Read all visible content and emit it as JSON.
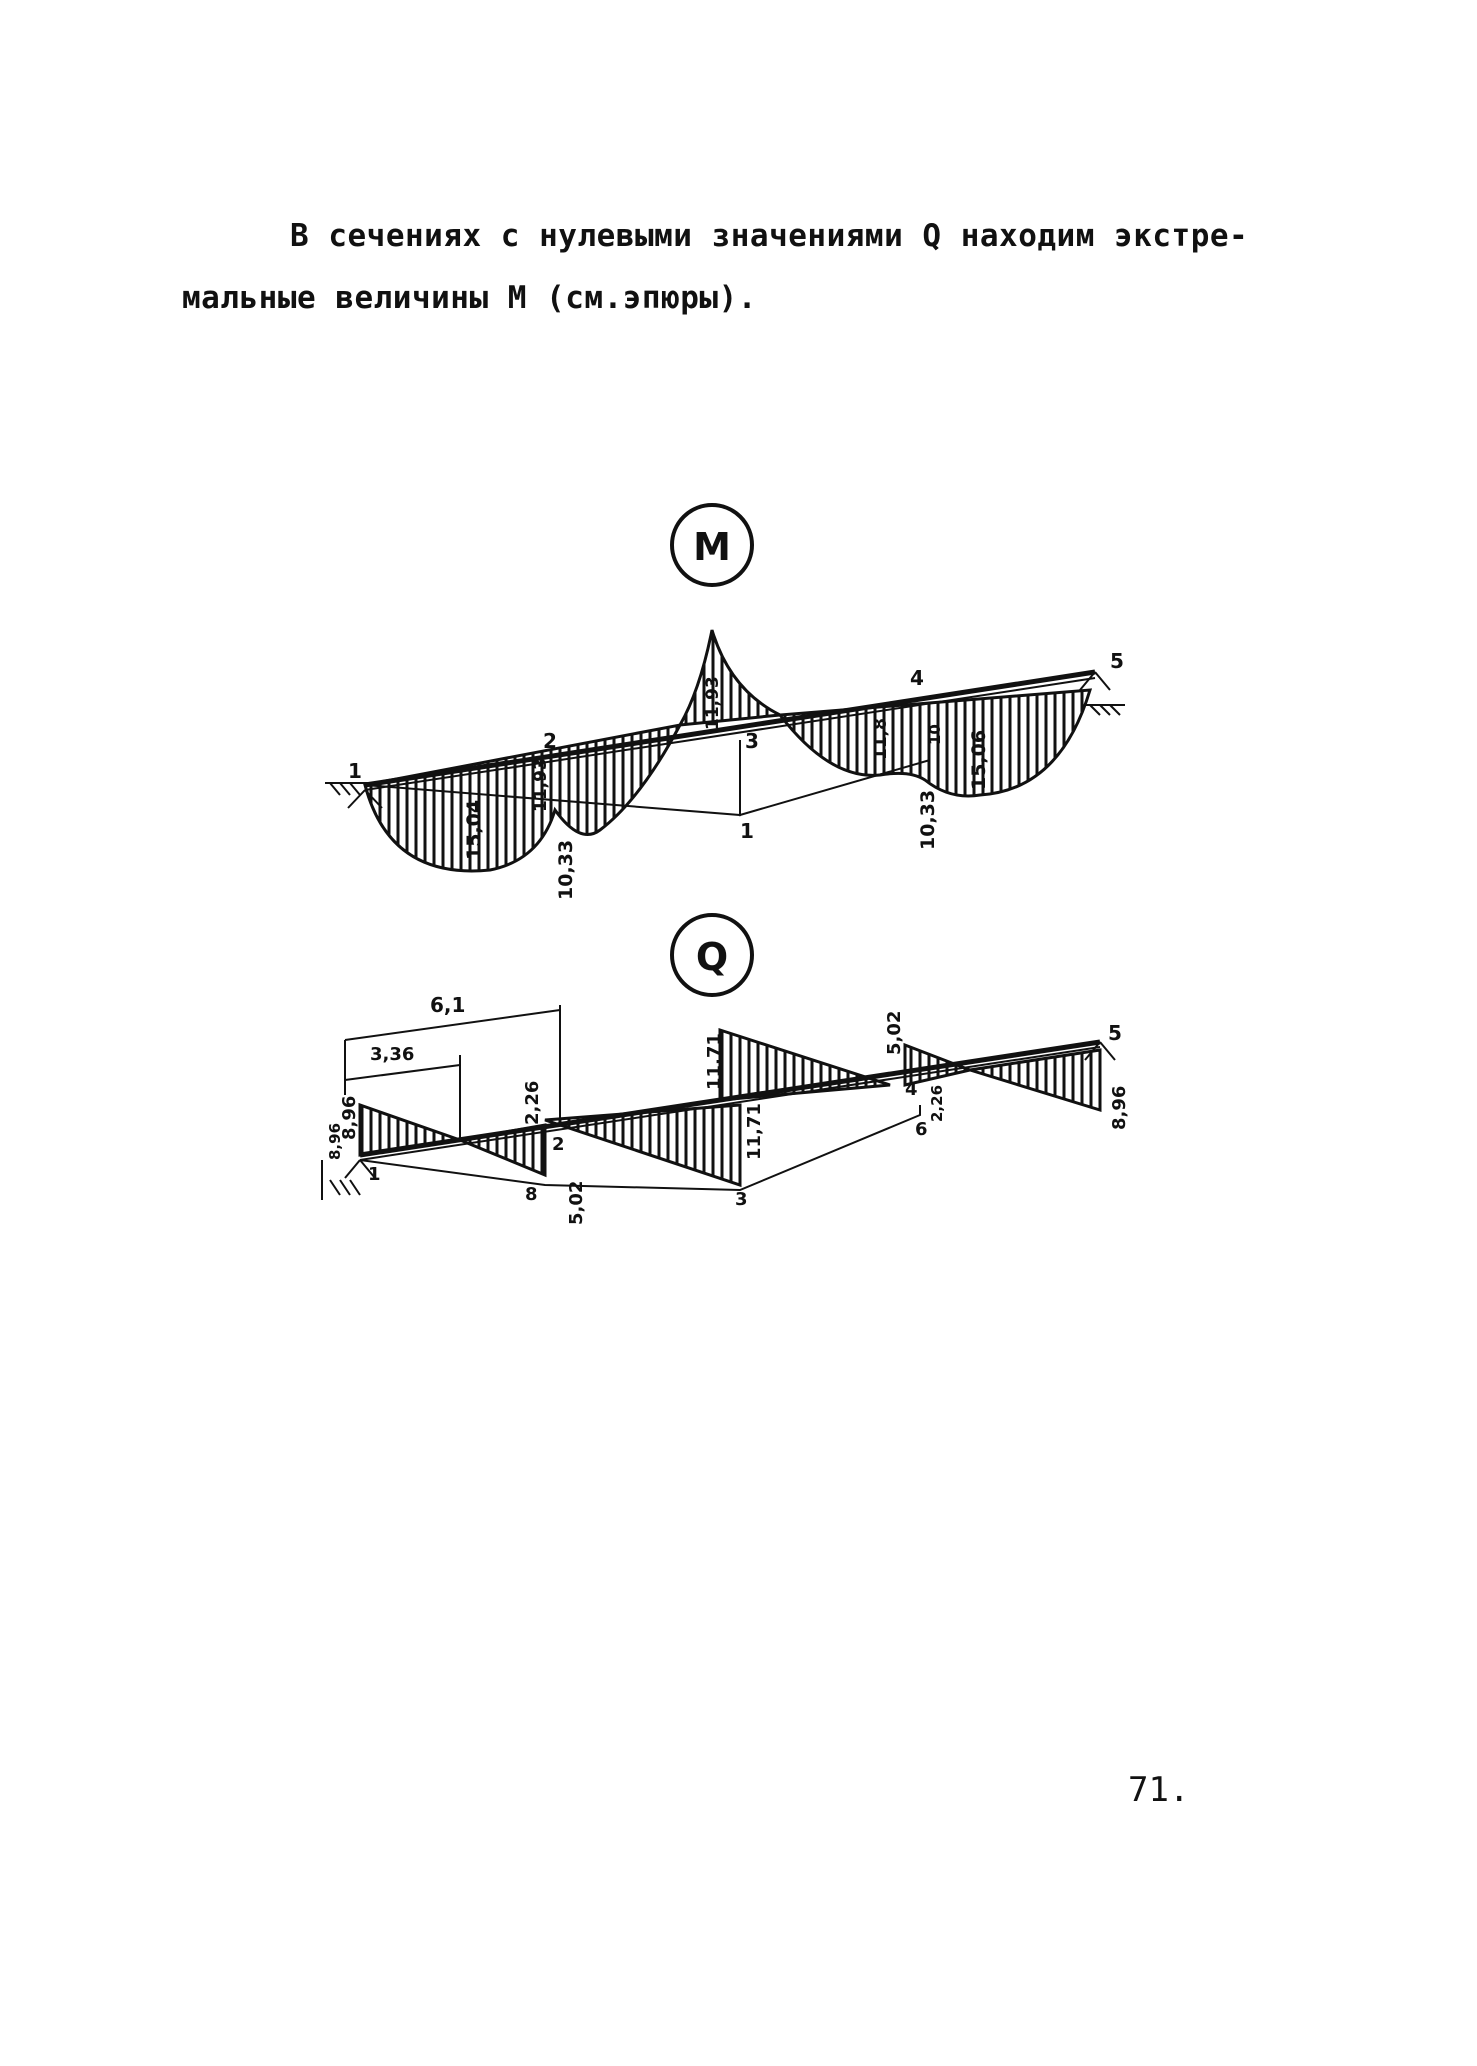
{
  "paragraph": {
    "line1": "В сечениях с нулевыми значениями Q находим экстре-",
    "line2": "мальные величины М  (см.эпюры)."
  },
  "diagram_m": {
    "title": "M",
    "node_labels": [
      "1",
      "2",
      "3",
      "4",
      "5",
      "1"
    ],
    "values": {
      "left_max": "15,04",
      "left_mid": "11,93",
      "left_low": "10,33",
      "center_peak": "11,93",
      "right_mid": "11,8",
      "right_max": "15,06",
      "right_low": "10,33",
      "right_small": "10"
    }
  },
  "diagram_q": {
    "title": "Q",
    "node_labels": [
      "1",
      "2",
      "3",
      "4",
      "5",
      "6",
      "8"
    ],
    "dims": {
      "long": "6,1",
      "short": "3,36"
    },
    "values": {
      "left_top": "8,96",
      "left_bottom": "8,96",
      "v2_top": "2,26",
      "v2_bottom": "5,02",
      "v3_top": "11,71",
      "v3_bottom": "11,71",
      "v4_top": "5,02",
      "v4_bottom": "2,26",
      "right_bottom": "8,96"
    }
  },
  "page_number": "71."
}
